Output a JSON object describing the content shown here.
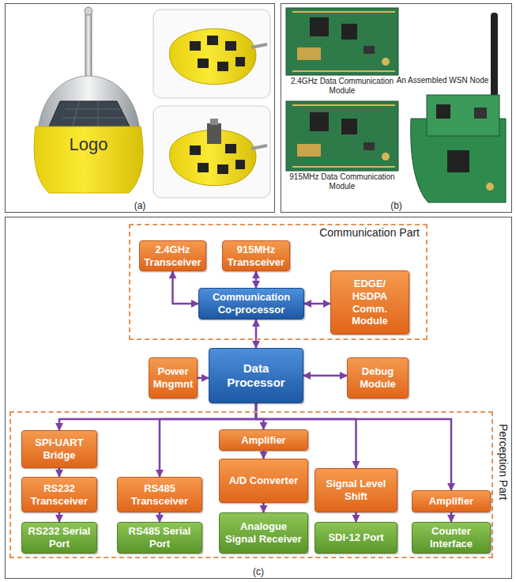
{
  "diagram": {
    "nodes": [
      {
        "text": [
          "(a)"
        ]
      },
      {
        "text": [
          "(b)"
        ]
      },
      {
        "text": [
          "(c)"
        ]
      },
      {
        "text": [
          "Communication Part"
        ],
        "in": 2
      },
      {
        "text": [
          "2.4GHz Transceiver"
        ],
        "in": 3
      },
      {
        "text": [
          "915MHz Transceiver"
        ],
        "in": 3
      },
      {
        "text": [
          "Communication Co-processor"
        ],
        "in": 3
      },
      {
        "text": [
          "EDGE/ HSDPA Comm. Module"
        ],
        "in": 3
      },
      {
        "text": [
          "Power Mngmnt"
        ],
        "in": 2
      },
      {
        "text": [
          "Data Processor"
        ],
        "in": 2
      },
      {
        "text": [
          "Debug Module"
        ],
        "in": 2
      },
      {
        "text": [
          "Perception Part"
        ],
        "in": 2
      },
      {
        "text": [
          "SPI-UART Bridge"
        ],
        "in": 11
      },
      {
        "text": [
          "RS232 Transceiver"
        ],
        "in": 11
      },
      {
        "text": [
          "RS232 Serial Port"
        ],
        "in": 11
      },
      {
        "text": [
          "RS485 Transceiver"
        ],
        "in": 11
      },
      {
        "text": [
          "RS485 Serial Port"
        ],
        "in": 11
      },
      {
        "text": [
          "Amplifier"
        ],
        "in": 11
      },
      {
        "text": [
          "A/D Converter"
        ],
        "in": 11
      },
      {
        "text": [
          "Analogue Signal Receiver"
        ],
        "in": 11
      },
      {
        "text": [
          "Signal Level Shift"
        ],
        "in": 11
      },
      {
        "text": [
          "SDI-12 Port"
        ],
        "in": 11
      },
      {
        "text": [
          "Amplifier"
        ],
        "in": 11
      },
      {
        "text": [
          "Counter Interface"
        ],
        "in": 11
      }
    ],
    "edges": [
      {
        "from": 6,
        "to": 4,
        "arrow": "both"
      },
      {
        "from": 6,
        "to": 5,
        "arrow": "both"
      },
      {
        "from": 6,
        "to": 7,
        "arrow": "both"
      },
      {
        "from": 6,
        "to": 9,
        "arrow": "both"
      },
      {
        "from": 8,
        "to": 9,
        "arrow": "to"
      },
      {
        "from": 9,
        "to": 10,
        "arrow": "both"
      },
      {
        "from": 9,
        "to": 12,
        "arrow": "to"
      },
      {
        "from": 9,
        "to": 15,
        "arrow": "to"
      },
      {
        "from": 9,
        "to": 17,
        "arrow": "to"
      },
      {
        "from": 9,
        "to": 20,
        "arrow": "to"
      },
      {
        "from": 9,
        "to": 22,
        "arrow": "to"
      },
      {
        "from": 12,
        "to": 13,
        "arrow": "to"
      },
      {
        "from": 13,
        "to": 14,
        "arrow": "to"
      },
      {
        "from": 15,
        "to": 16,
        "arrow": "to"
      },
      {
        "from": 17,
        "to": 18,
        "arrow": "to"
      },
      {
        "from": 18,
        "to": 19,
        "arrow": "to"
      },
      {
        "from": 20,
        "to": 21,
        "arrow": "to"
      },
      {
        "from": 22,
        "to": 23,
        "arrow": "to"
      }
    ],
    "labels": [
      "Logo",
      "2.4GHz Data Communication Module",
      "915MHz Data Communication Module",
      "An Assembled WSN Node"
    ]
  }
}
